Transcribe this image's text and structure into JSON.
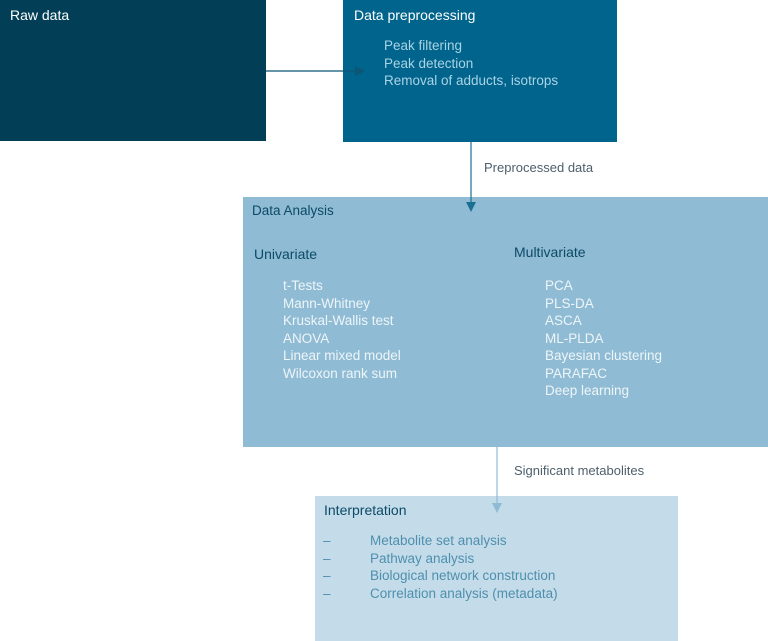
{
  "raw_data": {
    "title": "Raw data"
  },
  "preprocessing": {
    "title": "Data preprocessing",
    "steps": [
      "Peak filtering",
      "Peak detection",
      "Removal of adducts, isotrops"
    ]
  },
  "edge_preprocessed": "Preprocessed data",
  "analysis": {
    "title": "Data Analysis",
    "univariate": {
      "heading": "Univariate",
      "methods": [
        "t-Tests",
        "Mann-Whitney",
        "Kruskal-Wallis test",
        "ANOVA",
        "Linear mixed model",
        "Wilcoxon rank sum"
      ]
    },
    "multivariate": {
      "heading": "Multivariate",
      "methods": [
        "PCA",
        "PLS-DA",
        "ASCA",
        "ML-PLDA",
        "Bayesian clustering",
        "PARAFAC",
        "Deep learning"
      ]
    }
  },
  "edge_significant": "Significant metabolites",
  "interpretation": {
    "title": "Interpretation",
    "bullet": "–",
    "items": [
      "Metabolite set analysis",
      "Pathway analysis",
      "Biological network construction",
      "Correlation analysis (metadata)"
    ]
  },
  "colors": {
    "raw": "#023f57",
    "preprocessing": "#00648c",
    "analysis": "#8fbcd4",
    "interpretation": "#c4dcea",
    "arrow_dark": "#0b5677",
    "arrow_mid": "#1b6f93",
    "arrow_light": "#8fbcd4"
  }
}
